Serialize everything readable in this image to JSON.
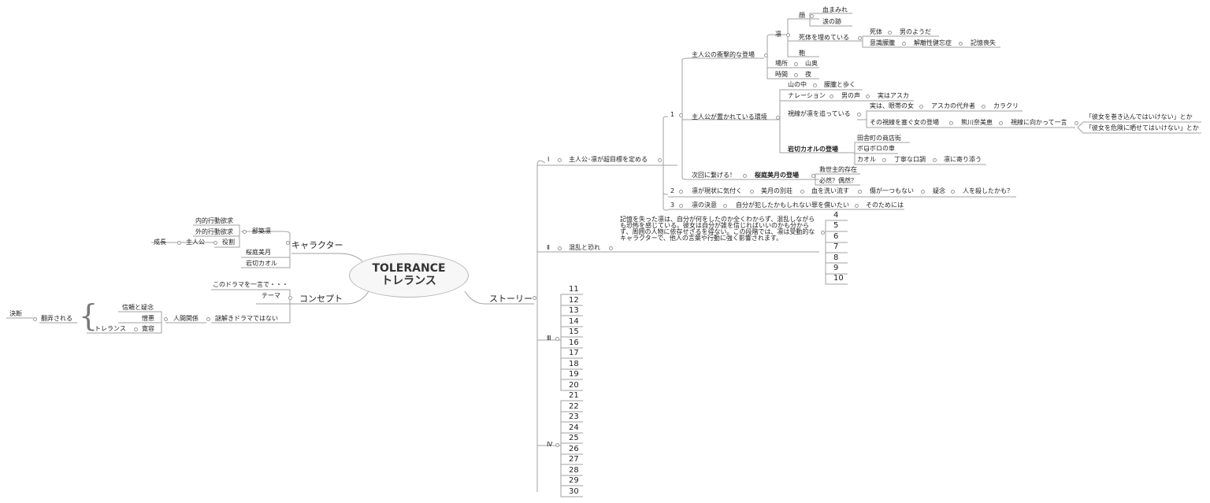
{
  "center": {
    "line1": "TOLERANCE",
    "line2": "トレランス"
  },
  "left": {
    "character": {
      "label": "キャラクター",
      "rinka": "鄙築凛",
      "inner": "内的行動欲求",
      "outer": "外的行動欲求",
      "role": "役割",
      "protagonist": "主人公",
      "growth": "成長",
      "mitsuki": "桜庭美月",
      "kaoru": "岩切カオル"
    },
    "concept": {
      "label": "コンセプト",
      "one_line": "このドラマを一言で・・・",
      "theme": "テーマ",
      "not_mystery": "謎解きドラマではない",
      "relation": "人間関係",
      "trust": "信頼と疑念",
      "hatred": "憎悪",
      "tolerance_jp": "トレランス",
      "forgive": "寛容",
      "tossed": "翻弄される",
      "decision": "決断"
    }
  },
  "story": {
    "label": "ストーリー",
    "act1": {
      "num": "Ⅰ",
      "title": "主人公･凛が超目標を定める",
      "s1": {
        "num": "1",
        "a": {
          "label": "主人公の衝撃的な登場",
          "rin": "凛",
          "face": "顔",
          "blood": "血まみれ",
          "tear": "涙の跡",
          "bury": "死体を埋めている",
          "corpse": "死体",
          "manlike": "男のようだ",
          "dazed": "意識朦朧",
          "dissoc": "解離性健忘症",
          "amnesia": "記憶喪失",
          "bag": "鞄",
          "place": "場所",
          "mountain": "山奥",
          "time": "時間",
          "night": "夜"
        },
        "b": {
          "label": "主人公が置かれている環境",
          "in_mount": "山の中",
          "walking": "朦朧と歩く",
          "narration": "ナレーション",
          "male_voice": "男の声",
          "asuka": "実はアスカ",
          "gaze": "視線が凛を追っている",
          "glasses": "実は、眼帯の女",
          "proxy": "アスカの代弁者",
          "trick": "カラクリ",
          "blocker": "その視線を塞ぐ女の登場",
          "kumakawa": "熊川奈美恵",
          "toward": "視線に向かって一言",
          "q1": "「彼女を巻き込んではいけない」とか",
          "q2": "「彼女を危険に晒せてはいけない」とか",
          "kaoru_in": "岩切カオルの登場",
          "shop": "田舎町の商店街",
          "car": "ボロボロの車",
          "kaoru": "カオル",
          "polite": "丁寧な口調",
          "accompany": "凛に寄り添う"
        },
        "c": {
          "label": "次回に繋げる！",
          "mitsuki_in": "桜庭美月の登場",
          "savior": "救世主的存在",
          "fate": "必然？偶然？"
        }
      },
      "s2": {
        "num": "2",
        "a": "凛が現状に気付く",
        "b": "美月の別荘",
        "c": "血を洗い流す",
        "d": "傷が一つもない",
        "e": "疑念",
        "f": "人を殺したかも？"
      },
      "s3": {
        "num": "3",
        "a": "凛の決意",
        "b": "自分が犯したかもしれない罪を償いたい",
        "c": "そのためには"
      }
    },
    "act2": {
      "num": "Ⅱ",
      "title": "混乱と恐れ",
      "para": "記憶を失った凛は、自分が何をしたのか全くわからず、混乱しながらも恐怖を感じている。彼女は自分が誰を信じればいいのかも分からず、周囲の人物に依存せざるを得ない。この段階では、凛は受動的なキャラクターで、他人の言葉や行動に強く影響されます。",
      "items": [
        "4",
        "5",
        "6",
        "7",
        "8",
        "9",
        "10"
      ]
    },
    "act3": {
      "num": "Ⅲ",
      "items": [
        "11",
        "12",
        "13",
        "14",
        "15",
        "16",
        "17",
        "18",
        "19",
        "20"
      ]
    },
    "act4": {
      "num": "Ⅳ",
      "items": [
        "21",
        "22",
        "23",
        "24",
        "25",
        "26",
        "27",
        "28",
        "29",
        "30"
      ]
    }
  }
}
